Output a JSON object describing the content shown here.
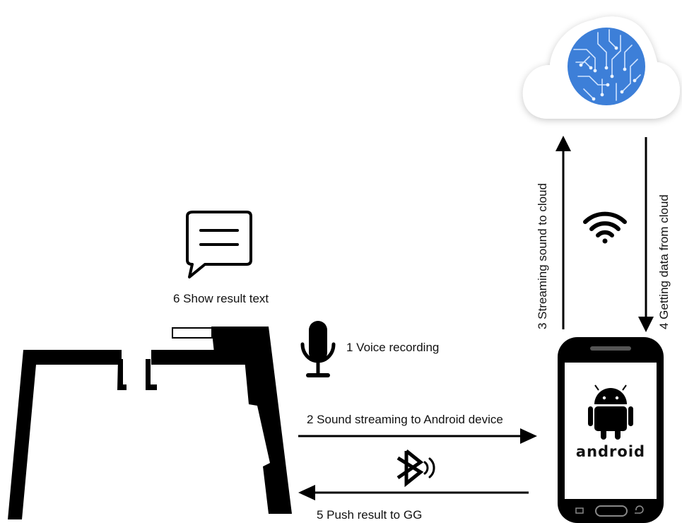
{
  "steps": {
    "step1": "1 Voice recording",
    "step2": "2 Sound streaming to Android device",
    "step3": "3 Streaming sound to cloud",
    "step4": "4 Getting data from cloud",
    "step5": "5 Push result to GG",
    "step6": "6 Show result text"
  },
  "phone": {
    "brand_text": "android"
  },
  "icons": {
    "cloud": "cloud-icon",
    "ai_chip": "circuit-brain-icon",
    "wifi": "wifi-icon",
    "bluetooth": "bluetooth-icon",
    "microphone": "microphone-icon",
    "message": "chat-bubble-icon",
    "android_robot": "android-robot-icon",
    "glasses": "smart-glasses-icon"
  },
  "colors": {
    "chip_blue": "#3d7fd8",
    "black": "#000000",
    "cloud_fill": "#ffffff"
  }
}
